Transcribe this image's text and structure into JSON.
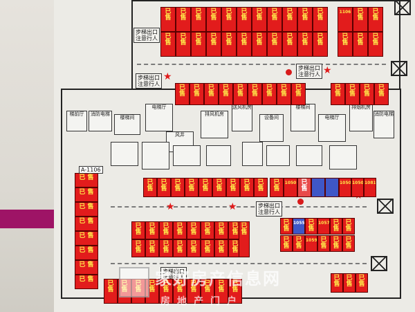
{
  "colors": {
    "sold_red": "#e21c1c",
    "char_yellow": "#ffe94a",
    "available_blue": "#3e57c7",
    "magenta": "#9e1466",
    "star_red": "#e01a1a"
  },
  "sold_mark": {
    "line1": "已",
    "line2": "售"
  },
  "exit_labels": [
    {
      "l1": "步梯出口",
      "l2": "注意行人"
    },
    {
      "l1": "步梯出口",
      "l2": "注意行人"
    },
    {
      "l1": "步梯出口",
      "l2": "注意行人"
    },
    {
      "l1": "步梯出口",
      "l2": "注意行人"
    },
    {
      "l1": "步梯出口",
      "l2": "注意行人"
    }
  ],
  "block_labels": {
    "left_top": "A-1106",
    "top_right": "1106",
    "mid_right": [
      "1050",
      "1050",
      "1081"
    ],
    "lower_right": [
      "1055",
      "1057",
      "1059"
    ]
  },
  "rooms": [
    "梯前厅",
    "消防电梯",
    "楼梯间",
    "电梯厅",
    "风井",
    "排风机房",
    "送风机房",
    "设备间",
    "楼梯间",
    "电梯厅",
    "排烟机房",
    "消防电梯"
  ],
  "watermark": {
    "line1": "家好房产信息网",
    "line2": "房地产门户"
  }
}
